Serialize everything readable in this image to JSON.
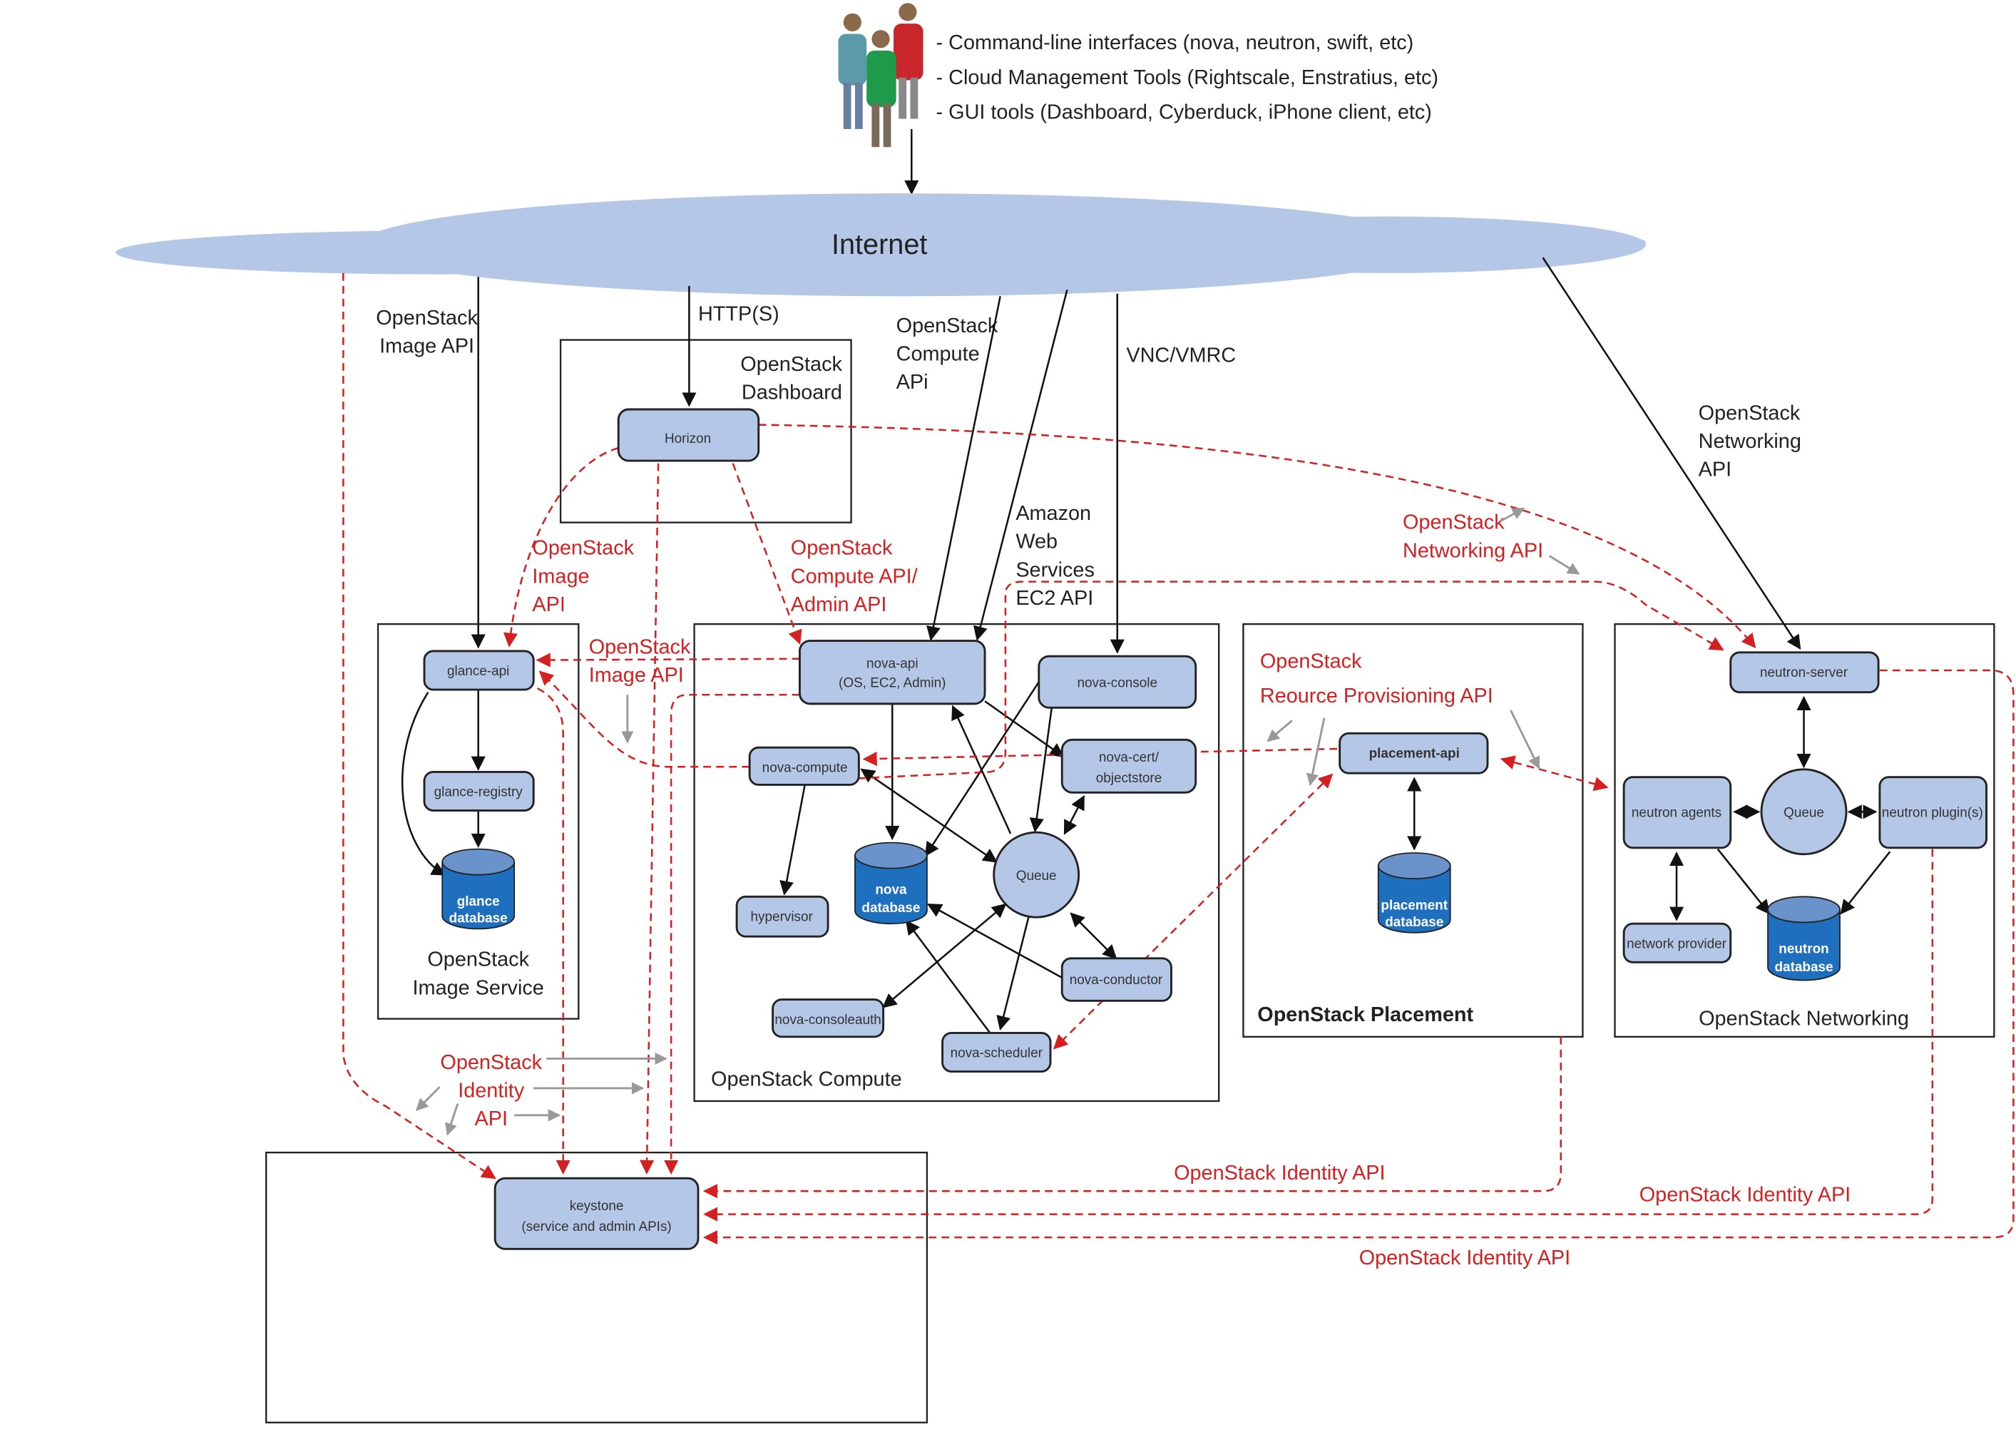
{
  "users": {
    "icon": "people-group-icon",
    "bullets": [
      "- Command-line interfaces (nova, neutron, swift, etc)",
      "- Cloud Management Tools (Rightscale, Enstratius, etc)",
      "- GUI tools (Dashboard, Cyberduck, iPhone client, etc)"
    ]
  },
  "internet": {
    "label": "Internet",
    "color": "#b4c7e7"
  },
  "edge_labels": {
    "image_api": [
      "OpenStack",
      "Image API"
    ],
    "https": "HTTP(S)",
    "compute_api": [
      "OpenStack",
      "Compute",
      "APi"
    ],
    "vnc": "VNC/VMRC",
    "ec2": [
      "Amazon",
      "Web",
      "Services",
      "EC2 API"
    ],
    "networking_api": [
      "OpenStack",
      "Networking",
      "API"
    ]
  },
  "red_labels": {
    "image_api_1": [
      "OpenStack",
      "Image",
      "API"
    ],
    "compute_admin_api": [
      "OpenStack",
      "Compute API/",
      "Admin API"
    ],
    "image_api_2": [
      "OpenStack",
      "Image API"
    ],
    "networking_api": [
      "OpenStack",
      "Networking API"
    ],
    "identity_api_left": [
      "OpenStack",
      "Identity",
      "API"
    ],
    "identity_api_1": "OpenStack Identity API",
    "identity_api_2": "OpenStack Identity API",
    "identity_api_3": "OpenStack Identity API",
    "placement_api": [
      "OpenStack",
      "Reource Provisioning API"
    ]
  },
  "dashboard": {
    "title": [
      "OpenStack",
      "Dashboard"
    ],
    "horizon": "Horizon"
  },
  "image_service": {
    "title": [
      "OpenStack",
      "Image Service"
    ],
    "glance_api": "glance-api",
    "glance_registry": "glance-registry",
    "db": [
      "glance",
      "database"
    ]
  },
  "compute": {
    "title": "OpenStack Compute",
    "nova_api": [
      "nova-api",
      "(OS, EC2, Admin)"
    ],
    "nova_console": "nova-console",
    "nova_compute": "nova-compute",
    "nova_cert": [
      "nova-cert/",
      "objectstore"
    ],
    "hypervisor": "hypervisor",
    "db": [
      "nova",
      "database"
    ],
    "queue": "Queue",
    "nova_conductor": "nova-conductor",
    "nova_consoleauth": "nova-consoleauth",
    "nova_scheduler": "nova-scheduler"
  },
  "placement": {
    "title": "OpenStack Placement",
    "placement_api": "placement-api",
    "db": [
      "placement",
      "database"
    ]
  },
  "networking": {
    "title": "OpenStack Networking",
    "neutron_server": "neutron-server",
    "neutron_agents": "neutron agents",
    "queue": "Queue",
    "neutron_plugins": "neutron plugin(s)",
    "network_provider": "network provider",
    "db": [
      "neutron",
      "database"
    ]
  },
  "identity": {
    "keystone": [
      "keystone",
      "(service and admin APIs)"
    ]
  },
  "colors": {
    "node": "#b4c7e7",
    "database": "#1f6fbf",
    "api_link": "#d42020",
    "arrow": "#111111"
  }
}
